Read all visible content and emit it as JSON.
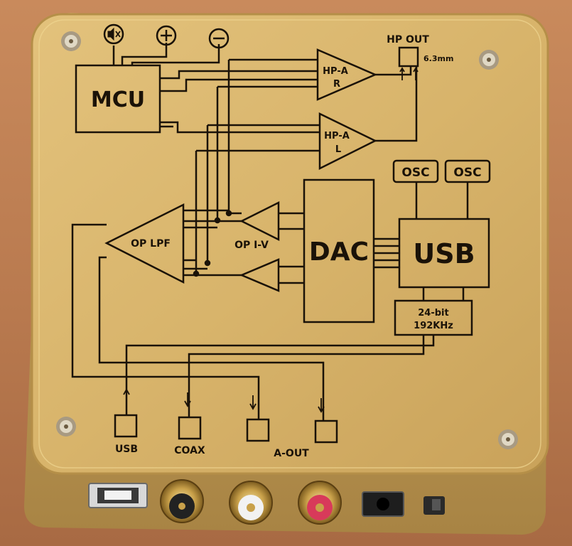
{
  "labels": {
    "mcu": "MCU",
    "dac": "DAC",
    "usb_chip": "USB",
    "osc_1": "OSC",
    "osc_2": "OSC",
    "hp_out": "HP OUT",
    "hp_size": "6.3mm",
    "hpa_r_top": "HP-A",
    "hpa_r_bottom": "R",
    "hpa_l_top": "HP-A",
    "hpa_l_bottom": "L",
    "op_lpf": "OP LPF",
    "op_iv": "OP I-V",
    "res_line1": "24-bit",
    "res_line2": "192KHz",
    "port_usb": "USB",
    "port_coax": "COAX",
    "port_aout": "A-OUT"
  },
  "icons": [
    "mute-icon",
    "plus-icon",
    "minus-icon"
  ],
  "colors": {
    "panel_gold": "#d9b36a",
    "line_dark": "#1a1208",
    "table_wood": "#c48759"
  }
}
